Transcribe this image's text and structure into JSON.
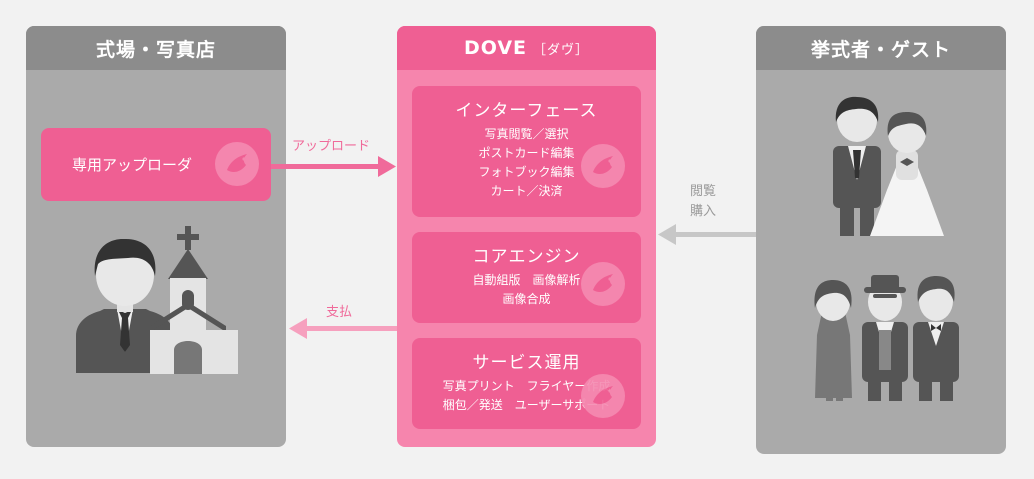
{
  "panels": {
    "venue": {
      "title": "式場・写真店"
    },
    "dove": {
      "title": "DOVE",
      "subtitle": "［ダヴ］"
    },
    "guest": {
      "title": "挙式者・ゲスト"
    }
  },
  "uploader": {
    "label": "専用アップローダ"
  },
  "modules": [
    {
      "title": "インターフェース",
      "lines": [
        "写真閲覧／選択",
        "ポストカード編集",
        "フォトブック編集",
        "カート／決済"
      ]
    },
    {
      "title": "コアエンジン",
      "lines": [
        "自動組版　画像解析",
        "画像合成"
      ]
    },
    {
      "title": "サービス運用",
      "lines": [
        "写真プリント　フライヤー作成",
        "梱包／発送　ユーザーサポート"
      ]
    }
  ],
  "arrows": {
    "upload": "アップロード",
    "payment": "支払",
    "browse": "閲覧",
    "purchase": "購入"
  },
  "colors": {
    "pink_dark": "#ef5f93",
    "pink_light": "#f685ad",
    "gray_panel": "#aaaaaa",
    "gray_head": "#8c8c8c",
    "figure": "#555555"
  },
  "icons": [
    "dove-bird-icon",
    "groom-icon",
    "church-icon",
    "couple-icon",
    "guests-icon"
  ]
}
